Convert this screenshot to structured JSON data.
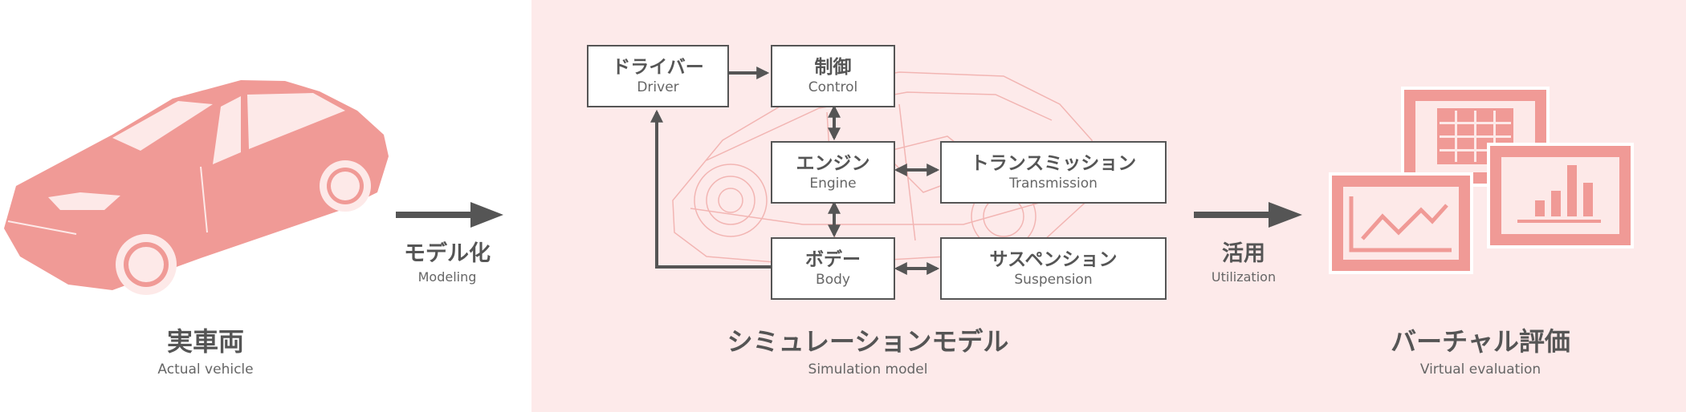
{
  "colors": {
    "accent": "#f09a96",
    "panel_bg": "#fdeaea",
    "line": "#555555"
  },
  "left": {
    "title": "実車両",
    "subtitle": "Actual vehicle",
    "icon": "car-icon"
  },
  "arrow1": {
    "label": "モデル化",
    "sublabel": "Modeling"
  },
  "center": {
    "title": "シミュレーションモデル",
    "subtitle": "Simulation model",
    "background_icon": "car-wireframe-icon",
    "boxes": {
      "driver": {
        "jp": "ドライバー",
        "en": "Driver"
      },
      "control": {
        "jp": "制御",
        "en": "Control"
      },
      "engine": {
        "jp": "エンジン",
        "en": "Engine"
      },
      "transmission": {
        "jp": "トランスミッション",
        "en": "Transmission"
      },
      "body": {
        "jp": "ボデー",
        "en": "Body"
      },
      "suspension": {
        "jp": "サスペンション",
        "en": "Suspension"
      }
    }
  },
  "arrow2": {
    "label": "活用",
    "sublabel": "Utilization"
  },
  "right": {
    "title": "バーチャル評価",
    "subtitle": "Virtual evaluation",
    "icons": [
      "table-window-icon",
      "line-chart-window-icon",
      "bar-chart-window-icon"
    ]
  }
}
